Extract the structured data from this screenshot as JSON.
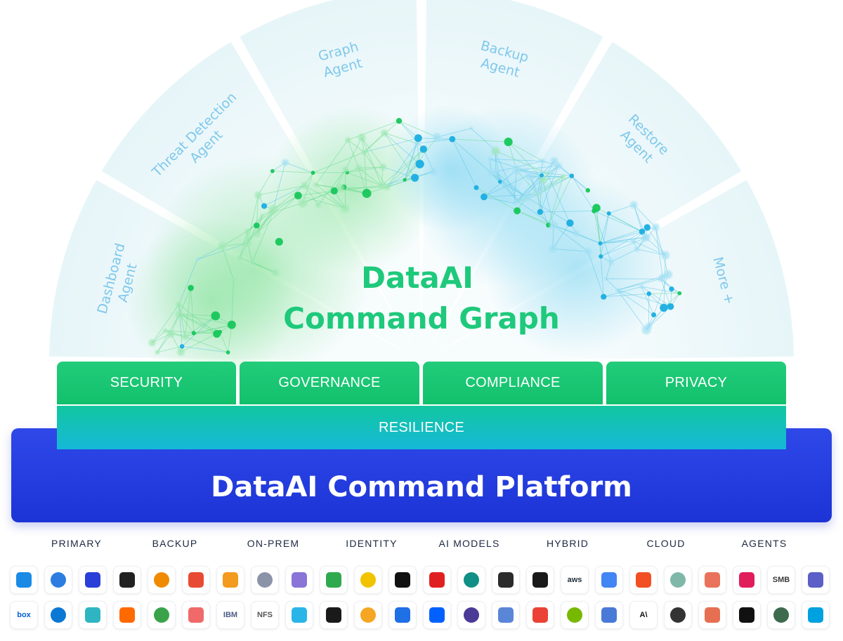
{
  "agents": [
    "Dashboard Agent",
    "Threat Detection Agent",
    "Graph Agent",
    "Backup Agent",
    "Restore Agent",
    "More +"
  ],
  "graph_title": [
    "DataAI",
    "Command Graph"
  ],
  "pillars": [
    "SECURITY",
    "GOVERNANCE",
    "COMPLIANCE",
    "PRIVACY"
  ],
  "resilience": "RESILIENCE",
  "platform": "DataAI Command Platform",
  "categories": [
    "PRIMARY",
    "BACKUP",
    "ON-PREM",
    "IDENTITY",
    "AI MODELS",
    "HYBRID",
    "CLOUD",
    "AGENTS"
  ],
  "colors": {
    "green": "#1ec97b",
    "teal": "#16b8d8",
    "platform_blue": "#2438e0",
    "agent_text": "#7fc8ec"
  },
  "icons_row1": [
    {
      "icon": "onedrive-icon",
      "color": "#1a8ae5",
      "text": ""
    },
    {
      "icon": "azure-files-icon",
      "color": "#2d7de1",
      "text": ""
    },
    {
      "icon": "baidu-icon",
      "color": "#2a3fd8",
      "text": ""
    },
    {
      "icon": "openai-icon",
      "color": "#222222",
      "text": ""
    },
    {
      "icon": "mistral-icon",
      "color": "#f08a00",
      "text": ""
    },
    {
      "icon": "stack-icon",
      "color": "#e84b33",
      "text": ""
    },
    {
      "icon": "ollama-icon",
      "color": "#f39b1e",
      "text": ""
    },
    {
      "icon": "pinecone-icon",
      "color": "#8b93a8",
      "text": ""
    },
    {
      "icon": "brain-icon",
      "color": "#8a74d8",
      "text": ""
    },
    {
      "icon": "google-drive-icon",
      "color": "#2fa94f",
      "text": ""
    },
    {
      "icon": "hadoop-icon",
      "color": "#f2c300",
      "text": ""
    },
    {
      "icon": "dynamics-icon",
      "color": "#111111",
      "text": ""
    },
    {
      "icon": "oracle-icon",
      "color": "#e02020",
      "text": ""
    },
    {
      "icon": "sharepoint-icon",
      "color": "#0f8f85",
      "text": ""
    },
    {
      "icon": "dataverse-icon",
      "color": "#2b2b2b",
      "text": ""
    },
    {
      "icon": "mongodb-icon",
      "color": "#1a1a1a",
      "text": ""
    },
    {
      "icon": "aws-icon",
      "color": "#232f3e",
      "text": "aws"
    },
    {
      "icon": "google-cloud-icon",
      "color": "#4285f4",
      "text": ""
    },
    {
      "icon": "microsoft-icon",
      "color": "#f25022",
      "text": ""
    },
    {
      "icon": "okta-icon",
      "color": "#7fb8a8",
      "text": ""
    },
    {
      "icon": "layers-icon",
      "color": "#e8735a",
      "text": ""
    },
    {
      "icon": "slack-icon",
      "color": "#e01e5a",
      "text": ""
    },
    {
      "icon": "smb-icon",
      "color": "#3a3a3a",
      "text": "SMB"
    },
    {
      "icon": "teams-icon",
      "color": "#5b5fc7",
      "text": ""
    }
  ],
  "icons_row2": [
    {
      "icon": "box-icon",
      "color": "#0061d5",
      "text": "box"
    },
    {
      "icon": "azure-icon",
      "color": "#0b78d4",
      "text": ""
    },
    {
      "icon": "nutanix-icon",
      "color": "#2fb5c2",
      "text": ""
    },
    {
      "icon": "alibaba-cloud-icon",
      "color": "#ff6a00",
      "text": ""
    },
    {
      "icon": "sql-server-icon",
      "color": "#3aa34a",
      "text": ""
    },
    {
      "icon": "asana-icon",
      "color": "#f06a6a",
      "text": ""
    },
    {
      "icon": "ibm-icon",
      "color": "#4a5a88",
      "text": "IBM"
    },
    {
      "icon": "nfs-icon",
      "color": "#555555",
      "text": "NFS"
    },
    {
      "icon": "snowflake-icon",
      "color": "#29b5e8",
      "text": ""
    },
    {
      "icon": "qlik-icon",
      "color": "#1a1a1a",
      "text": ""
    },
    {
      "icon": "workday-icon",
      "color": "#f5a623",
      "text": ""
    },
    {
      "icon": "confluence-icon",
      "color": "#1f6fe5",
      "text": ""
    },
    {
      "icon": "dropbox-icon",
      "color": "#0061fe",
      "text": ""
    },
    {
      "icon": "bars-icon",
      "color": "#4b3a96",
      "text": ""
    },
    {
      "icon": "server-icon",
      "color": "#5a86d8",
      "text": ""
    },
    {
      "icon": "gmail-icon",
      "color": "#ea4335",
      "text": ""
    },
    {
      "icon": "nvidia-icon",
      "color": "#76b900",
      "text": ""
    },
    {
      "icon": "network-icon",
      "color": "#4a7ad8",
      "text": ""
    },
    {
      "icon": "anthropic-icon",
      "color": "#111111",
      "text": "A\\"
    },
    {
      "icon": "database-icon",
      "color": "#333333",
      "text": ""
    },
    {
      "icon": "pinwheel-icon",
      "color": "#e76f51",
      "text": ""
    },
    {
      "icon": "fivetran-icon",
      "color": "#111111",
      "text": ""
    },
    {
      "icon": "toggle-icon",
      "color": "#3e6b4e",
      "text": ""
    },
    {
      "icon": "salesforce-icon",
      "color": "#00a1e0",
      "text": ""
    }
  ]
}
